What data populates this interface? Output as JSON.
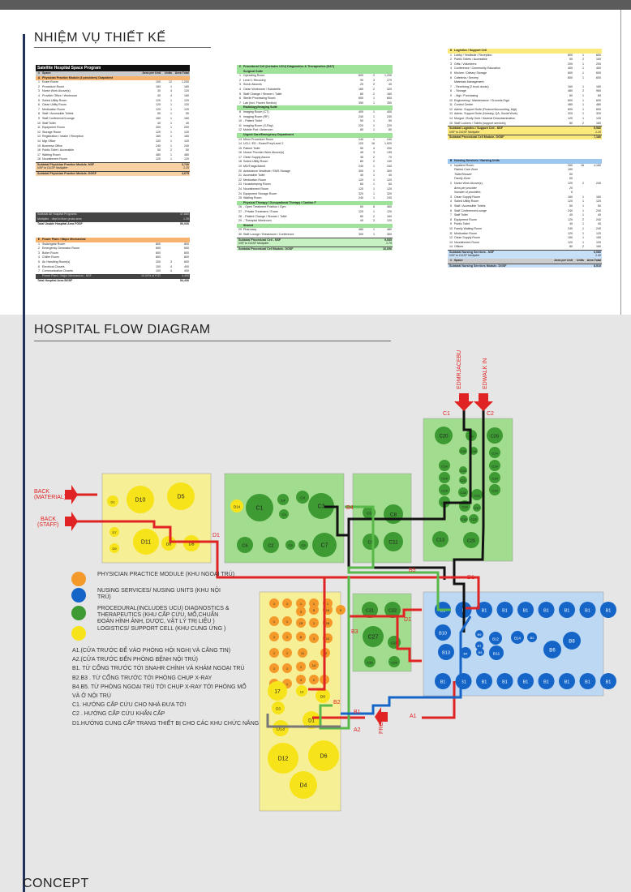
{
  "sections": {
    "task_title": "NHIỆM VỤ THIẾT KẾ",
    "flow_title": "HOSPITAL FLOW DIAGRAM",
    "concept_title": "CONCEPT"
  },
  "table_a": {
    "title": "Satellite Hospital Space Program",
    "columns": [
      "#",
      "Space",
      "Area per Unit",
      "Units",
      "Area Total"
    ],
    "section": [
      "A",
      "Physician Practice Module (4 providers) Outpatient"
    ],
    "rows": [
      [
        "1",
        "Exam Room",
        "100",
        "12",
        "1,200"
      ],
      [
        "2",
        "Procedure Room",
        "160",
        "1",
        "160"
      ],
      [
        "3",
        "Nurse Work Alcove(s)",
        "30",
        "4",
        "120"
      ],
      [
        "4",
        "Provider Office / Workroom",
        "40",
        "4",
        "160"
      ],
      [
        "5",
        "Soiled Utility Room",
        "120",
        "1",
        "120"
      ],
      [
        "6",
        "Clean Utility Room",
        "120",
        "1",
        "120"
      ],
      [
        "7",
        "Medication Room",
        "120",
        "1",
        "120"
      ],
      [
        "8",
        "Staff / Accessible Toilets",
        "50",
        "1",
        "50"
      ],
      [
        "9",
        "Staff Conference/Lounge",
        "160",
        "1",
        "160"
      ],
      [
        "10",
        "Staff Toilet",
        "40",
        "1",
        "40"
      ],
      [
        "11",
        "Equipment Room",
        "200",
        "1",
        "200"
      ],
      [
        "12",
        "Storage Room",
        "120",
        "1",
        "120"
      ],
      [
        "13",
        "Registration / Intake / Reception",
        "160",
        "1",
        "160"
      ],
      [
        "14",
        "Mgr Office",
        "120",
        "1",
        "120"
      ],
      [
        "15",
        "Business Office",
        "240",
        "1",
        "240"
      ],
      [
        "16",
        "Public Toilet / Accessible",
        "50",
        "2",
        "50"
      ],
      [
        "17",
        "Waiting Room",
        "480",
        "1",
        "480"
      ],
      [
        "18",
        "Nourishment Room",
        "120",
        "1",
        "120"
      ]
    ],
    "subtotal_label": "Subtotal Physician Practice Module- NSF",
    "subtotal": "3,740",
    "multiplier_label": "NSF to DGSF Multiplier",
    "multiplier": "1.25",
    "dgsf_label": "Subtotal Physician Practice Module- DGSF",
    "dgsf": "4,675"
  },
  "summary": {
    "rows": [
      [
        "Subtotal All Hospital Programs",
        "37,860"
      ],
      [
        "Multiplier - dept to floor gross area",
        "1.35"
      ],
      [
        "Total Usable Hospital Area FGSF",
        "50,030"
      ]
    ]
  },
  "table_e": {
    "section": [
      "E",
      "Power Plant / Major Mechanical"
    ],
    "rows": [
      [
        "1",
        "Switchgear Room",
        "800",
        "",
        "800"
      ],
      [
        "2",
        "Emergency Generator Room",
        "600",
        "",
        "600"
      ],
      [
        "3",
        "Boiler Room",
        "800",
        "",
        "800"
      ],
      [
        "4",
        "Chiller Room",
        "800",
        "",
        "800"
      ],
      [
        "5",
        "Air Handling Room(s)",
        "200",
        "3",
        "600"
      ],
      [
        "6",
        "Electrical Closets",
        "100",
        "4",
        "400"
      ],
      [
        "7",
        "Communication Closets",
        "100",
        "4",
        "400"
      ]
    ],
    "powerplant_label": "Power Plant / Major Mechanical - NSF",
    "powerplant_pct": "10.00% of FGSF",
    "powerplant_value": "4,400",
    "total_label": "Total Hospital Area BGSF",
    "total": "54,430"
  },
  "table_c": {
    "section": [
      "C",
      "Procedural Cell (includes UCU) Diagnostics & Therapeutics (D&T)"
    ],
    "groups": [
      {
        "name": "Surgical Suite",
        "rows": [
          [
            "1",
            "Operating Room",
            "600",
            "2",
            "1,200"
          ],
          [
            "2",
            "Level 1 Recovery",
            "90",
            "3",
            "270"
          ],
          [
            "3",
            "Scrub Alcoves",
            "20",
            "2",
            "40"
          ],
          [
            "4",
            "Clean Workroom / Substerile",
            "160",
            "2",
            "320"
          ],
          [
            "5",
            "Staff Change / Shower / Toilet",
            "80",
            "2",
            "160"
          ],
          [
            "6",
            "Sterile Processing Room",
            "600",
            "1",
            "600"
          ],
          [
            "7",
            "Lab (incl. Frozen Section)",
            "350",
            "1",
            "350"
          ]
        ]
      },
      {
        "name": "Radiology/Imaging Suite",
        "rows": [
          [
            "8",
            "Imaging Room (CT)",
            "400",
            "1",
            "400"
          ],
          [
            "9",
            "Imaging Room (RF)",
            "240",
            "1",
            "240"
          ],
          [
            "10",
            "- Patient Toilet",
            "50",
            "1",
            "50"
          ],
          [
            "11",
            "Imaging Room (X-Ray)",
            "220",
            "1",
            "220"
          ],
          [
            "12",
            "Mobile Port / Anteroom",
            "80",
            "1",
            "80"
          ]
        ]
      },
      {
        "name": "Urgent Care/Emergency Department",
        "rows": [
          [
            "13",
            "Minor Procedure Room",
            "240",
            "1",
            "240"
          ],
          [
            "14",
            "UCU / ED - Exam/Prep/Level 2",
            "120",
            "16",
            "1,920"
          ],
          [
            "15",
            "Patient Toilet",
            "50",
            "4",
            "200"
          ],
          [
            "16",
            "Nurse/ Provider Work Alcove(s)",
            "45",
            "3",
            "135"
          ],
          [
            "17",
            "Clean Supply Alcove",
            "35",
            "2",
            "70"
          ],
          [
            "18",
            "Soiled Utility Room",
            "80",
            "2",
            "130"
          ],
          [
            "19",
            "MD/Triage/Admit",
            "240",
            "1",
            "240"
          ],
          [
            "20",
            "Ambulance Vestibule / EMS Storage",
            "300",
            "1",
            "300"
          ],
          [
            "21",
            "Accessible Toilet",
            "40",
            "1",
            "40"
          ],
          [
            "22",
            "Medication Room",
            "120",
            "1",
            "120"
          ],
          [
            "23",
            "Housekeeping Room",
            "60",
            "1",
            "60"
          ],
          [
            "24",
            "Nourishment Room",
            "120",
            "1",
            "120"
          ],
          [
            "24",
            "Equipment Storage Room",
            "320",
            "1",
            "320"
          ],
          [
            "25",
            "Waiting Room",
            "240",
            "1",
            "240"
          ]
        ]
      },
      {
        "name": "Physical Therapy / Occupational Therapy / Cardiac F",
        "rows": [
          [
            "26",
            "- Open Treatment Position / Gym",
            "60",
            "6",
            "360"
          ],
          [
            "27",
            "- Private Treatment / Exam",
            "120",
            "1",
            "120"
          ],
          [
            "28",
            "- Patient Change / Shower / Toilet",
            "80",
            "2",
            "160"
          ],
          [
            "29",
            "- Therapist Workroom",
            "40",
            "3",
            "120"
          ]
        ]
      },
      {
        "name": "Shared",
        "rows": [
          [
            "29",
            "Pharmacy",
            "480",
            "1",
            "480"
          ],
          [
            "30",
            "Staff Lounge / Breakroom / Conference",
            "300",
            "1",
            "300"
          ]
        ]
      }
    ],
    "subtotal_label": "Subtotal Procedural Cell - NSF",
    "subtotal": "9,535",
    "multiplier_label": "NSF to DGSF Multiplier",
    "multiplier": "1.75",
    "dgsf_label": "Subtotal Procedural Cell Module- DGSF",
    "dgsf": "16,690"
  },
  "table_d": {
    "section": [
      "D",
      "Logistics / Support Cell"
    ],
    "rows": [
      [
        "1",
        "Lobby / Vestibule / Reception",
        "600",
        "1",
        "600"
      ],
      [
        "2",
        "Public Toilets / Accessible",
        "50",
        "2",
        "100"
      ],
      [
        "3",
        "Gifts / Volunteers",
        "200",
        "1",
        "200"
      ],
      [
        "4",
        "Conference / Community Education",
        "400",
        "1",
        "400"
      ],
      [
        "5",
        "Kitchen / Dietary Storage",
        "600",
        "1",
        "600"
      ],
      [
        "6",
        "Cafeteria / Servery",
        "600",
        "1",
        "600"
      ],
      [
        "",
        "Materials Management",
        "",
        "",
        ""
      ],
      [
        "7",
        "- Receiving (2 truck docks)",
        "160",
        "1",
        "160"
      ],
      [
        "8",
        "- Storage",
        "480",
        "2",
        "960"
      ],
      [
        "9",
        "- Mgt / Purchasing",
        "80",
        "1",
        "80"
      ],
      [
        "10",
        "Engineering / Maintenance / Grounds Eqpt",
        "600",
        "1",
        "600"
      ],
      [
        "11",
        "Control Center",
        "480",
        "1",
        "480"
      ],
      [
        "12",
        "Admin. Support Suite (Finance/Accounting, Mgt)",
        "600",
        "1",
        "600"
      ],
      [
        "13",
        "Admin. Support Suite (Nursing, QA, Social Work)",
        "320",
        "1",
        "320"
      ],
      [
        "14",
        "Morgue / Body Hold / Hazmat Decontamination",
        "120",
        "1",
        "120"
      ],
      [
        "15",
        "Staff Lockers / Toilets (support services)",
        "80",
        "2",
        "160"
      ]
    ],
    "subtotal_label": "Subtotal Logistics / Support Cell - NSF",
    "subtotal": "5,980",
    "multiplier_label": "NSF to DGSF Multiplier",
    "multiplier": "1.20",
    "dgsf_label": "Subtotal Procedural Cell Module- DGSF",
    "dgsf": "7,180"
  },
  "table_b": {
    "section": [
      "B",
      "Nursing Services / Nursing Units"
    ],
    "rows": [
      [
        "1",
        "Inpatient Room",
        "260",
        "16",
        "4,160"
      ],
      [
        "",
        "Patient Care Zone",
        "160",
        "",
        ""
      ],
      [
        "",
        "Toilet/Shower",
        "60",
        "",
        ""
      ],
      [
        "",
        "Family Zone",
        "60",
        "",
        ""
      ],
      [
        "2",
        "Nurse Work Alcove(s)",
        "120",
        "2",
        "240"
      ],
      [
        "",
        "Area per provider",
        "20",
        "",
        ""
      ],
      [
        "",
        "Number of providers",
        "6",
        "",
        ""
      ],
      [
        "3",
        "Clean Supply Room",
        "160",
        "1",
        "160"
      ],
      [
        "4",
        "Soiled Utility Room",
        "120",
        "1",
        "120"
      ],
      [
        "5",
        "Staff / Accessible Toilets",
        "50",
        "1",
        "50"
      ],
      [
        "6",
        "Staff Conference/Lounge",
        "240",
        "1",
        "240"
      ],
      [
        "7",
        "Staff Toilet",
        "40",
        "1",
        "40"
      ],
      [
        "8",
        "Equipment Room",
        "120",
        "2",
        "240"
      ],
      [
        "9",
        "Public Toilet",
        "40",
        "1",
        "40"
      ],
      [
        "10",
        "Family Waiting Room",
        "240",
        "1",
        "240"
      ],
      [
        "11",
        "Medication Room",
        "120",
        "1",
        "120"
      ],
      [
        "12",
        "Clean Supply Room",
        "150",
        "1",
        "150"
      ],
      [
        "13",
        "Nourishment Room",
        "120",
        "1",
        "120"
      ],
      [
        "14",
        "Offices",
        "80",
        "2",
        "160"
      ]
    ],
    "subtotal_label": "Subtotal Nursing Services - NSF",
    "subtotal": "6,080",
    "multiplier_label": "NSF to DGSF Multiplier",
    "multiplier": "1.40",
    "footer_hdr": [
      "#",
      "Space",
      "Area per Unit",
      "Units",
      "Area Total"
    ],
    "dgsf_label": "Subtotal Nursing Services Module- DGSF",
    "dgsf": "8,510"
  },
  "diagram": {
    "colors": {
      "orange": "#f39a2a",
      "blue": "#1565c8",
      "green": "#3e9a33",
      "yellow": "#f7e31a",
      "red": "#e02323",
      "black": "#111111"
    },
    "entrances": {
      "back_material": "BACK (MATERIAL)",
      "back_staff": "BACK (STAFF)",
      "emergency": "EDMRJACEBU",
      "walkin": "EDWALK IN",
      "front": "FRONT"
    },
    "flow_labels": [
      "C1",
      "C2",
      "D1",
      "B4",
      "B5",
      "D1",
      "B3",
      "D1",
      "B2",
      "B1",
      "A2",
      "A1"
    ],
    "legend": [
      {
        "color": "#f39a2a",
        "label": "PHYSICIAN PRACTICE MODULE (KHU NGOẠI TRÚ)"
      },
      {
        "color": "#1565c8",
        "label": "NUSING SERVICES/ NUSING UNITS (KHU NỘI TRÚ)"
      },
      {
        "color": "#3e9a33",
        "label": "PROCEDURAL(INCLUDES UCU) DIAGNOSTICS & THERAPEUTICS (KHU CẤP CỨU, MỔ,CHUẨN ĐOÁN HÌNH ẢNH, DƯỢC, VẬT LÝ TRỊ LIỆU )"
      },
      {
        "color": "#f7e31a",
        "label": "LOGISTICS/ SUPPORT CELL (KHU CUNG ỨNG )"
      }
    ],
    "notes": [
      "A1.(CỬA TRƯỚC ĐỂ VÀO PHÒNG HỘI NGHỊ VÀ CĂNG TIN)",
      "A2.(CỬA TRƯỚC ĐẾN PHÒNG BỆNH NỘI TRÚ)",
      "B1. TỪ CỔNG TRƯỚC TỚI SNAHR CHÍNH VÀ KHÁM NGOẠI TRÚ",
      "B2.B3 . TỪ CỔNG TRƯỚC TỚI  PHÒNG CHỤP X-RAY",
      "B4.B5. TỪ PHÒNG NGOẠI TRÚ TỚI CHỤP X-RAY TỚI PHÒNG MỔ",
      "VÀ Ở NỘI TRÚ",
      "C1. HƯỚNG CẤP CỨU CHO NHÀ ĐƯA TỚI",
      "C2 . HƯỚNG CẤP CỨU KHẨN CẤP",
      "D1.HƯỚNG CUNG CẤP TRANG THIẾT BỊ CHO CÁC KHU CHỨC NĂNG"
    ],
    "yellow_left_nodes": [
      "D1",
      "D10",
      "D5",
      "D7",
      "D11",
      "D8",
      "D8",
      "D9"
    ],
    "green_center_nodes": [
      "D14",
      "C1",
      "C4",
      "C4",
      "C3",
      "C3",
      "C6",
      "C2",
      "C5",
      "C5",
      "C7"
    ],
    "green_mid_nodes": [
      "C3",
      "C8",
      "C9",
      "C11"
    ],
    "green_right_nodes": [
      "C20",
      "C9",
      "C26",
      "C16",
      "C16",
      "C14",
      "C14",
      "C14",
      "C14",
      "C14",
      "C14",
      "C14",
      "C14",
      "C18",
      "C23",
      "C24",
      "C17",
      "C22",
      "C13",
      "C25",
      "C15",
      "C19",
      "C21"
    ],
    "orange_nodes": [
      "1",
      "1",
      "1",
      "1",
      "1",
      "1",
      "1",
      "1",
      "1",
      "1",
      "1",
      "1",
      "1",
      "1",
      "1",
      "1",
      "15",
      "8",
      "1",
      "1",
      "11",
      "12",
      "14",
      "10",
      "18",
      "16",
      "5",
      "2",
      "4",
      "7",
      "9",
      "3"
    ],
    "yellow_bottom_nodes": [
      "17",
      "D0",
      "D3",
      "D1",
      "D13",
      "D12",
      "D6",
      "D4",
      "13"
    ],
    "green_bottom_nodes": [
      "C31",
      "C32",
      "C27",
      "C28",
      "C30",
      "C29"
    ],
    "blue_nodes_top": [
      "B1",
      "B",
      "B1",
      "B1",
      "B1",
      "B1",
      "B1",
      "B1",
      "B1"
    ],
    "blue_nodes_mid": [
      "B10",
      "B9",
      "B12",
      "B14",
      "B2",
      "B7",
      "B6",
      "B8",
      "B13",
      "B4",
      "B5",
      "B11"
    ],
    "blue_nodes_bottom": [
      "B1",
      "B1",
      "B1",
      "B1",
      "B1",
      "B1",
      "B1",
      "B1",
      "B1"
    ]
  }
}
